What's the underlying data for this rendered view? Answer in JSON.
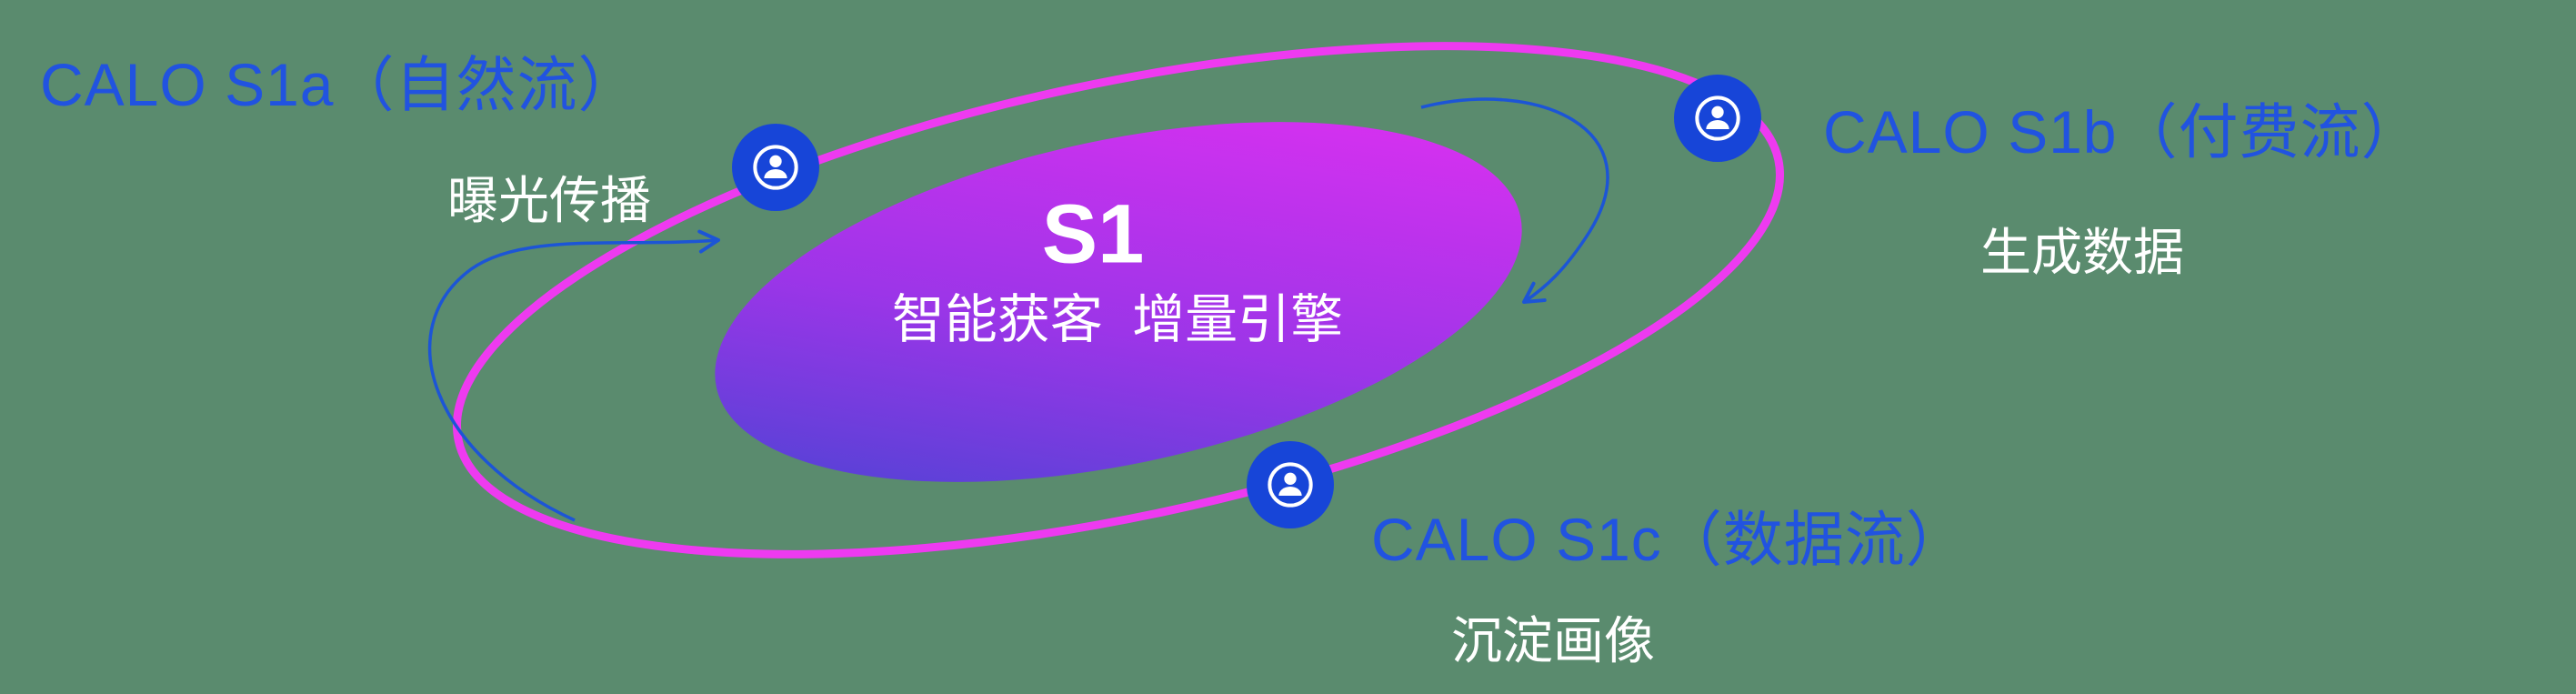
{
  "diagram": {
    "center": {
      "title": "S1",
      "subtitle": "智能获客  增量引擎"
    },
    "nodes": [
      {
        "id": "s1a",
        "label": "CALO S1a（自然流）",
        "sublabel": "曝光传播",
        "icon": "user-icon"
      },
      {
        "id": "s1b",
        "label": "CALO S1b（付费流）",
        "sublabel": "生成数据",
        "icon": "user-icon"
      },
      {
        "id": "s1c",
        "label": "CALO S1c（数据流）",
        "sublabel": "沉淀画像",
        "icon": "user-icon"
      }
    ],
    "colors": {
      "background": "#5a8b6e",
      "label_blue": "#2153e0",
      "node_blue": "#1745d8",
      "ring_magenta": "#ee3af0",
      "gradient_blue": "#3f46d0",
      "gradient_purple": "#9c35e8",
      "gradient_magenta": "#e72ff2",
      "arrow_blue": "#1c55d6",
      "text_white": "#ffffff"
    }
  }
}
